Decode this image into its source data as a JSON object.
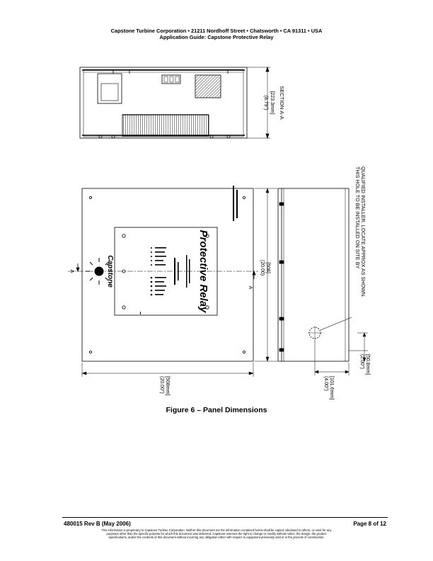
{
  "header": {
    "line1": "Capstone Turbine Corporation • 21211 Nordhoff Street • Chatsworth • CA 91311 • USA",
    "line2": "Application Guide: Capstone Protective Relay"
  },
  "figure": {
    "caption": "Figure 6 – Panel Dimensions",
    "labels": {
      "section_dim_in": "(8.79\")",
      "section_dim_mm": "[223.3mm]",
      "section_title": "SECTION A-A",
      "front_height_in": "(20.00)",
      "front_height_mm": "[508]",
      "front_width_in": "(20.00\")",
      "front_width_mm": "[508mm]",
      "hole_offset1_in": "(4.00\")",
      "hole_offset1_mm": "[101.6mm]",
      "hole_offset2_in": "(2.00\")",
      "hole_offset2_mm": "[50.8mm]",
      "hole_note_line1": "THIS HOLE TO BE INSTALLED ON SITE BY",
      "hole_note_line2": "QUALIFIED INSTALLER. LOCATE APPROX AS SHOWN.",
      "section_marker_left": "A",
      "section_marker_right": "A",
      "brand_logo_text": "Capstone",
      "product_title": "Protective Relay"
    }
  },
  "footer": {
    "doc_id": "480015 Rev B (May 2006)",
    "page": "Page 8 of 12",
    "disclaimer_line1": "This information is proprietary to Capstone Turbine Corporation. Neither this document nor the information contained herein shall be copied, disclosed to others, or used for any",
    "disclaimer_line2": "purposes other than the specific purpose for which this document was delivered. Capstone reserves the right to change or modify without notice, the design, the product",
    "disclaimer_line3": "specifications, and/or the contents of this document without incurring any obligation either with respect to equipment previously sold or in the process of construction."
  }
}
